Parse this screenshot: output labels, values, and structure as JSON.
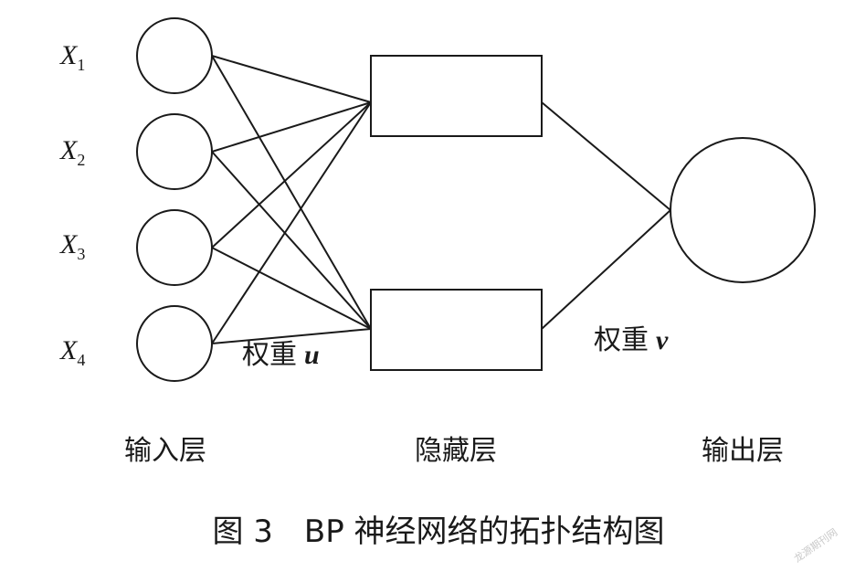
{
  "inputs": [
    {
      "var": "X",
      "sub": "1"
    },
    {
      "var": "X",
      "sub": "2"
    },
    {
      "var": "X",
      "sub": "3"
    },
    {
      "var": "X",
      "sub": "4"
    }
  ],
  "weights": {
    "u": {
      "label": "权重",
      "symbol": "u"
    },
    "v": {
      "label": "权重",
      "symbol": "v"
    }
  },
  "layers": {
    "input": "输入层",
    "hidden": "隐藏层",
    "output": "输出层"
  },
  "caption": "图 3　BP 神经网络的拓扑结构图",
  "watermark": "龙源期刊网"
}
